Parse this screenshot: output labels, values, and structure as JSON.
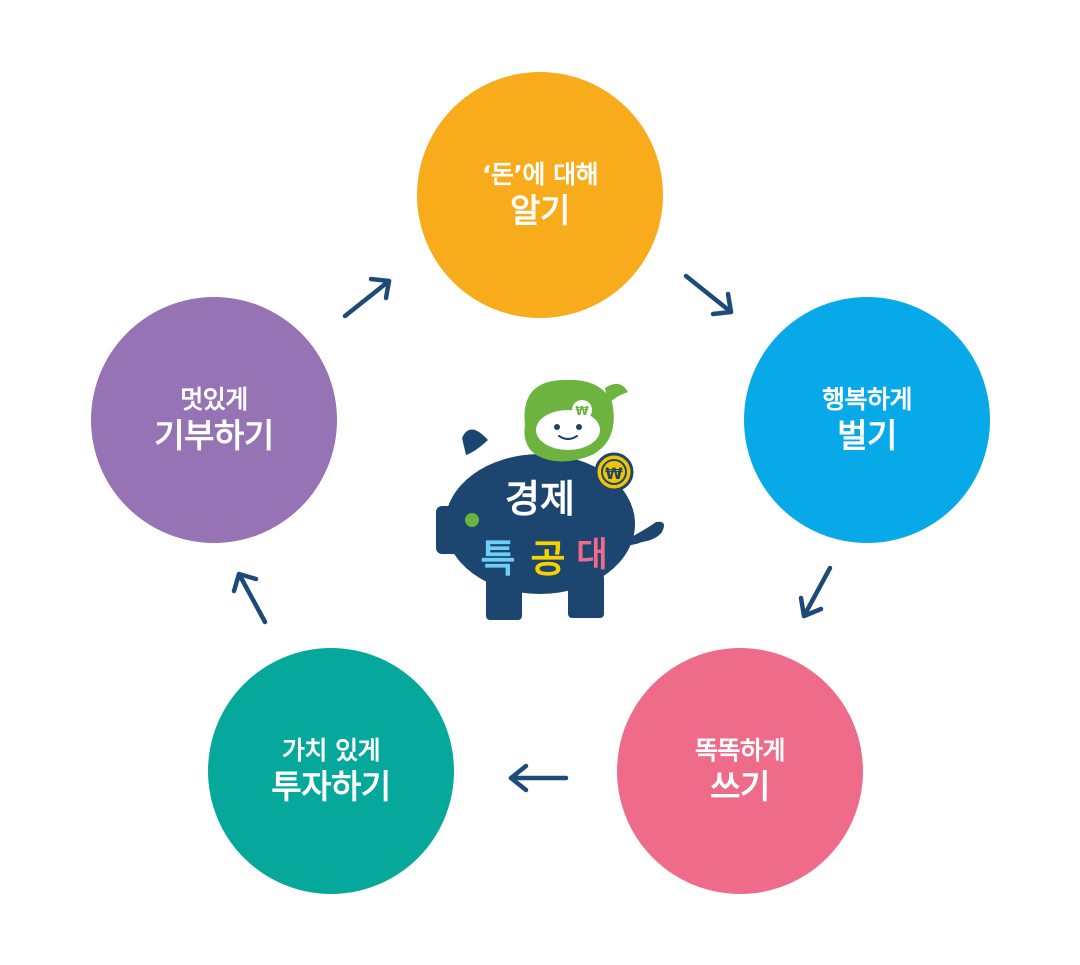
{
  "cycle": {
    "nodes": [
      {
        "id": "know",
        "line1": "‘돈’에 대해",
        "line2": "알기",
        "color": "#f8ac1c"
      },
      {
        "id": "earn",
        "line1": "행복하게",
        "line2": "벌기",
        "color": "#08a9e8"
      },
      {
        "id": "spend",
        "line1": "똑똑하게",
        "line2": "쓰기",
        "color": "#ef6b8a"
      },
      {
        "id": "invest",
        "line1": "가치 있게",
        "line2": "투자하기",
        "color": "#06a89c"
      },
      {
        "id": "donate",
        "line1": "멋있게",
        "line2": "기부하기",
        "color": "#9673b4"
      }
    ],
    "arrow_color": "#1d4a78"
  },
  "logo": {
    "line1": "경제",
    "line2_char1": "특",
    "line2_char2": "공",
    "line2_char3": "대",
    "coin_symbol": "₩",
    "badge_symbol": "₩",
    "piggy_color": "#1c4670",
    "mascot_color": "#6cb33f",
    "icon": "piggy-bank-icon"
  }
}
